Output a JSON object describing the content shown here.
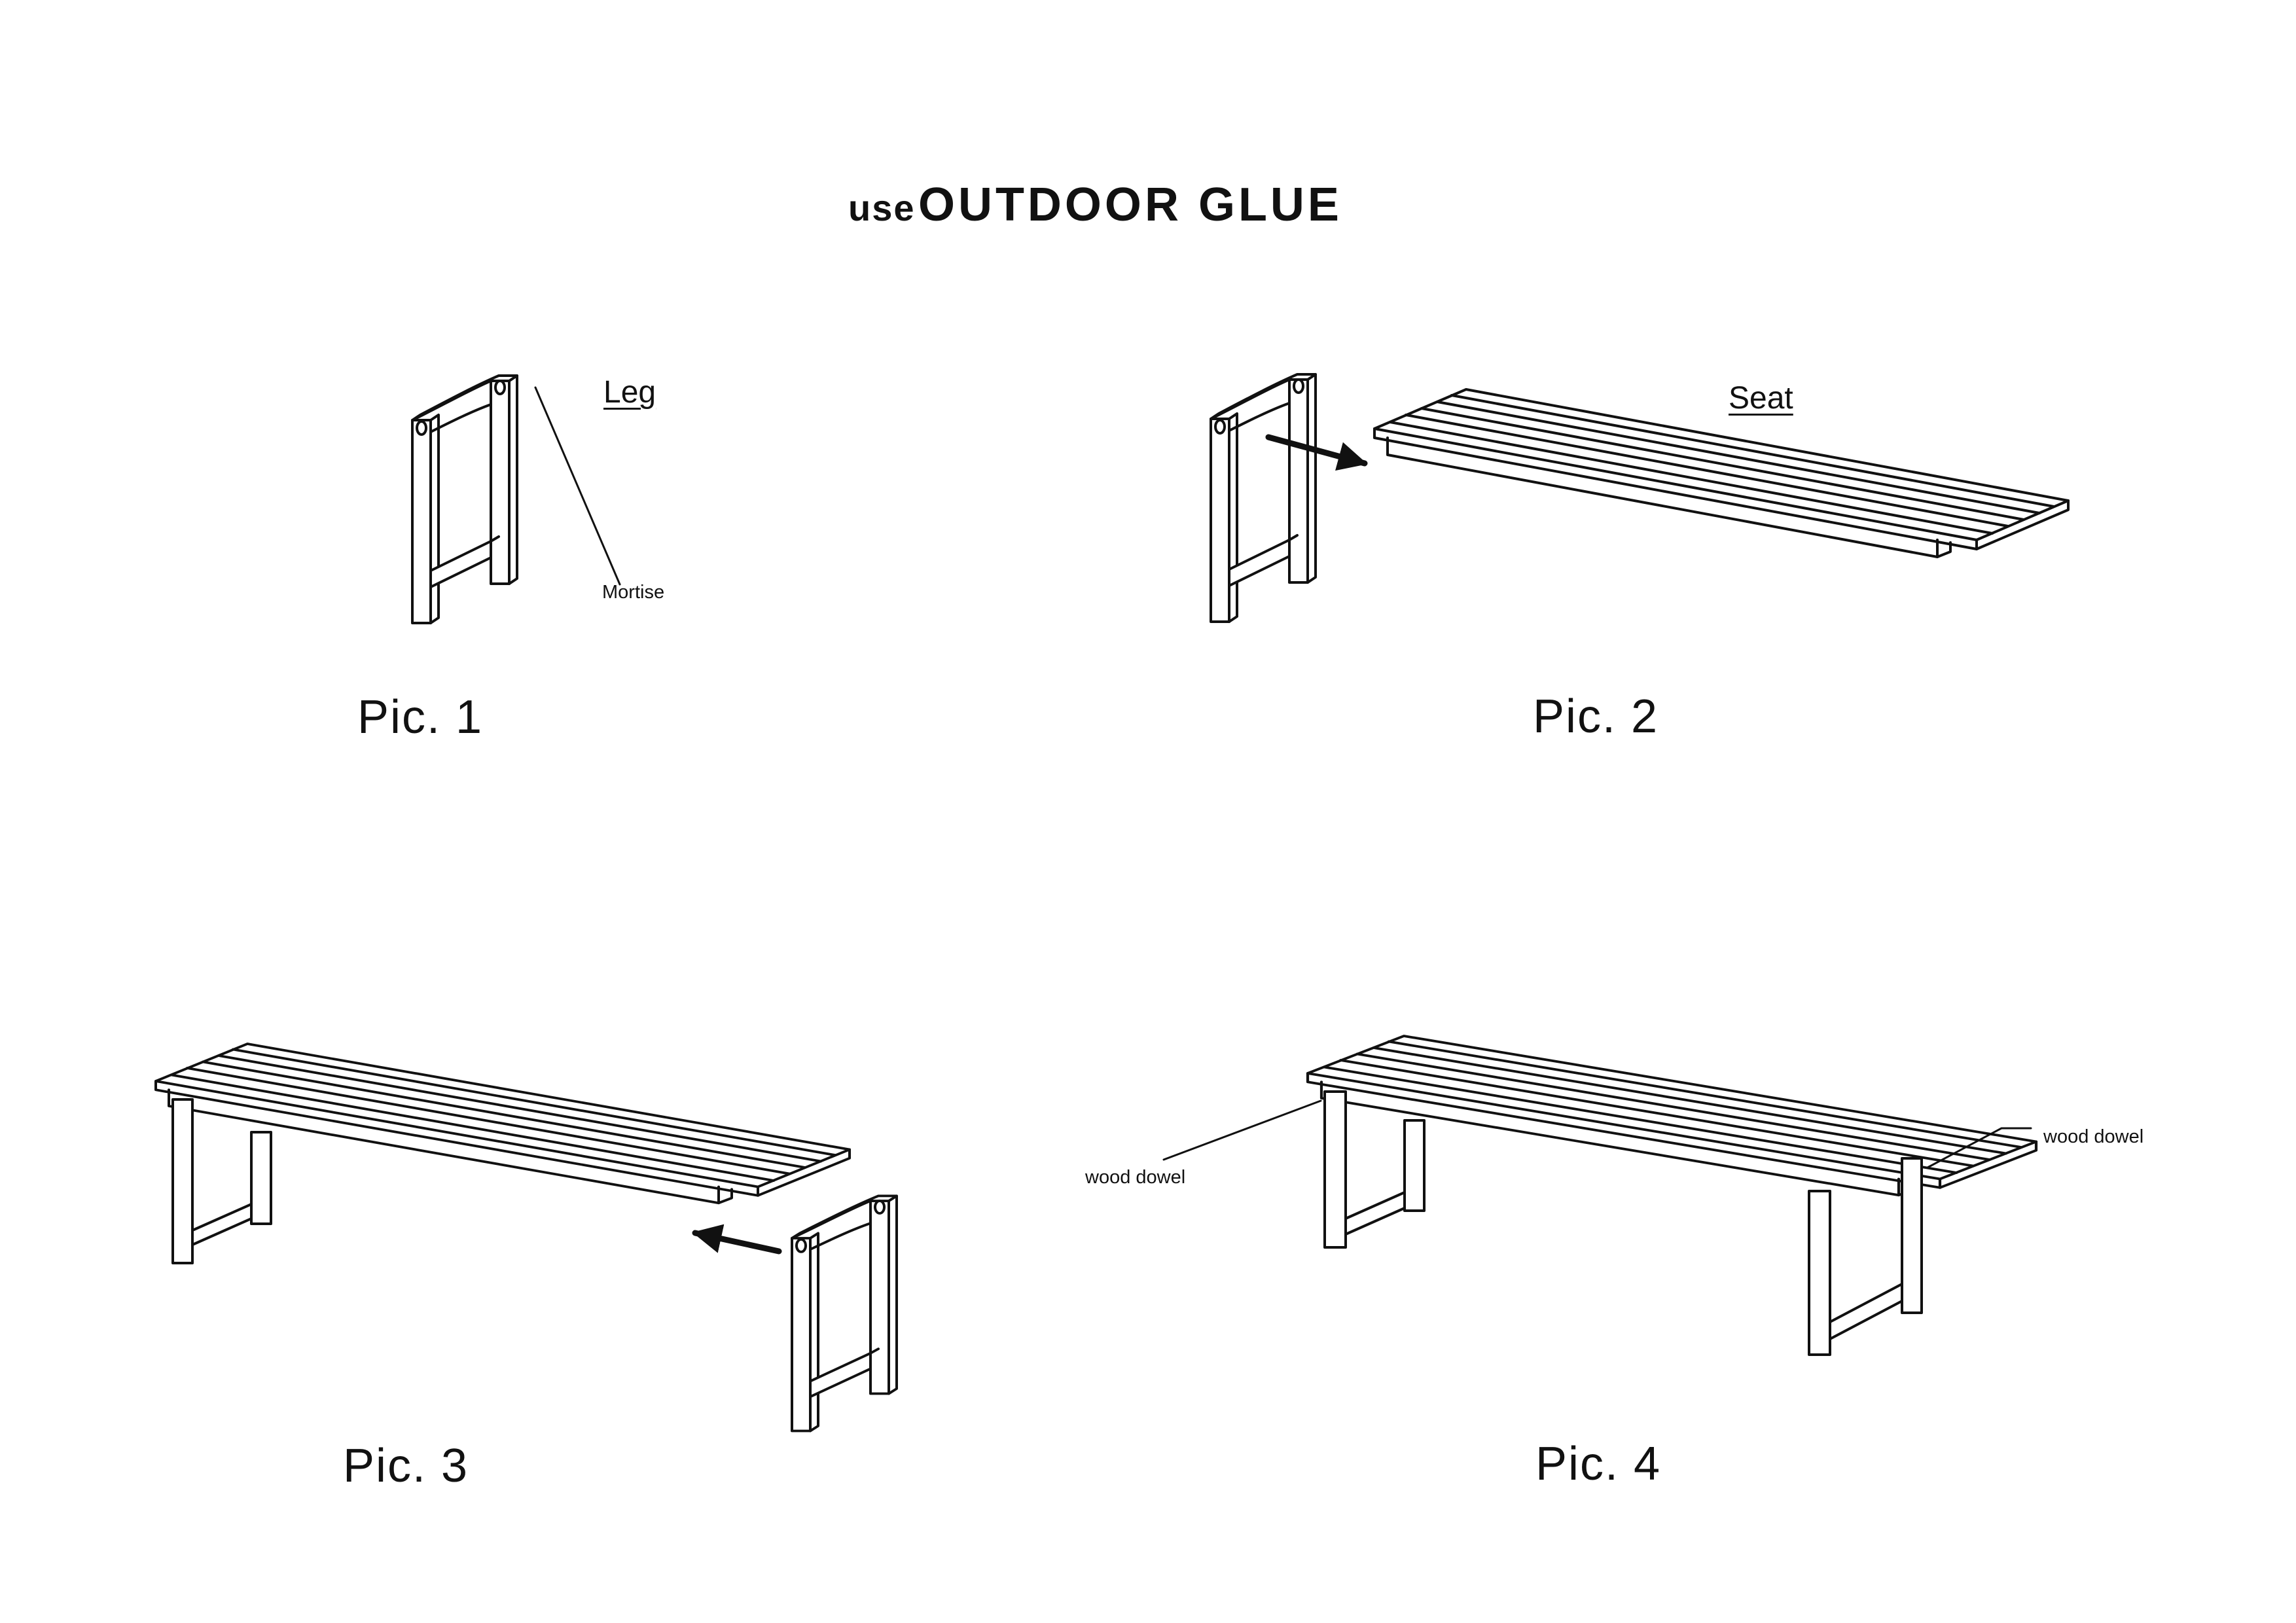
{
  "header": {
    "prefix": "use",
    "emphasis": "OUTDOOR GLUE"
  },
  "steps": [
    {
      "caption": "Pic. 1",
      "part_label": "Leg",
      "callout": "Mortise"
    },
    {
      "caption": "Pic. 2",
      "part_label": "Seat"
    },
    {
      "caption": "Pic. 3"
    },
    {
      "caption": "Pic. 4",
      "callout_left": "wood dowel",
      "callout_right": "wood dowel"
    }
  ],
  "colors": {
    "ink": "#111111",
    "paper": "#ffffff"
  }
}
